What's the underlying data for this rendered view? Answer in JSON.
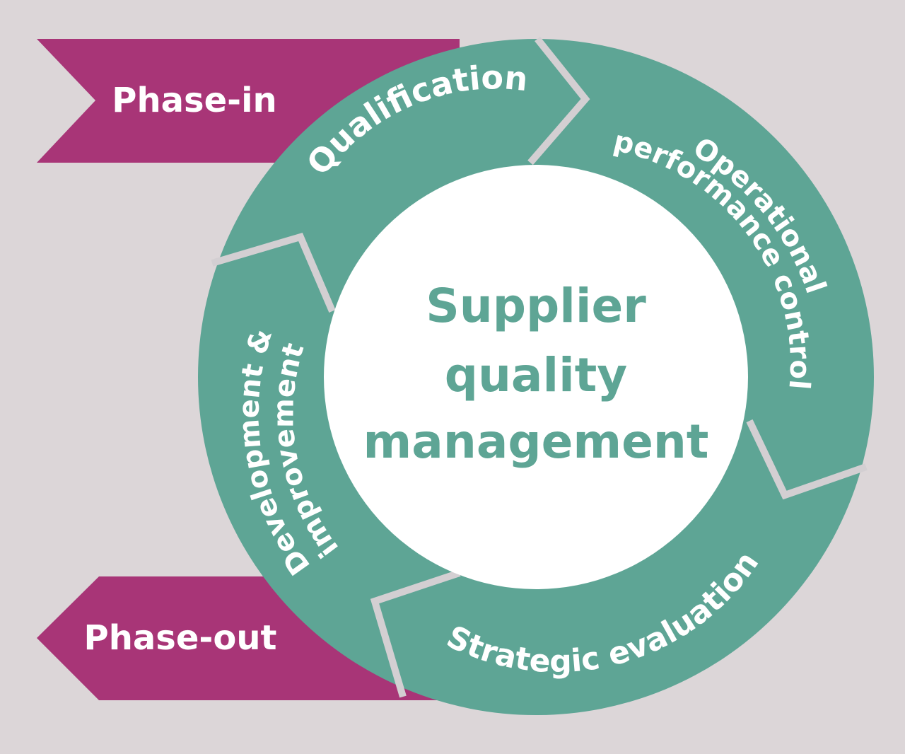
{
  "colors": {
    "background": "#dcd6d8",
    "ring": "#5ea595",
    "ring_gap": "#d3cfd2",
    "phase": "#a83577",
    "center_fill": "#ffffff",
    "center_text": "#5ea595",
    "label_text": "#ffffff"
  },
  "phases": {
    "in": "Phase-in",
    "out": "Phase-out"
  },
  "center": {
    "line1": "Supplier",
    "line2": "quality",
    "line3": "management"
  },
  "segments": {
    "qualification": "Qualification",
    "operational_line1": "Operational",
    "operational_line2": "performance control",
    "strategic": "Strategic evaluation",
    "development_line1": "Development &",
    "development_line2": "improvement"
  }
}
